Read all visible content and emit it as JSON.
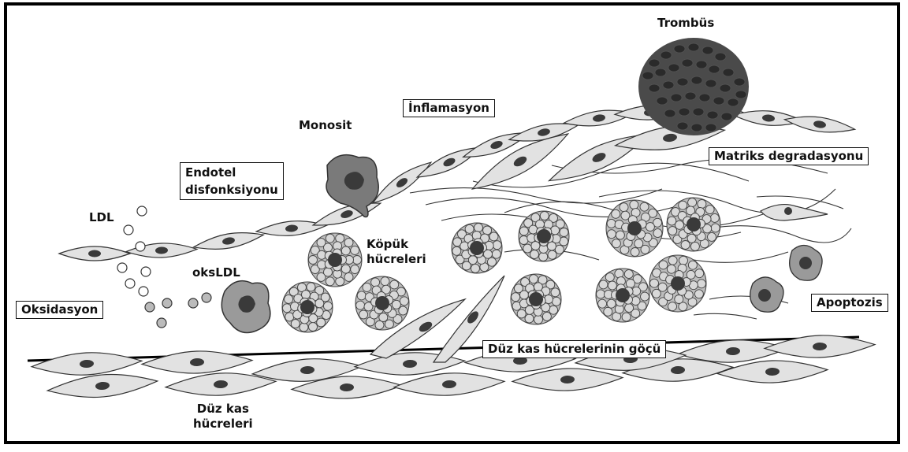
{
  "labels": {
    "trombus": "Trombüs",
    "monosit": "Monosit",
    "inflamasyon": "İnflamasyon",
    "endotel_line1": "Endotel",
    "endotel_line2": "disfonksiyonu",
    "matriks": "Matriks degradasyonu",
    "ldl": "LDL",
    "koputuk_line1": "Köpük",
    "koputuk_line2": "hücreleri",
    "oksldl": "oksLDL",
    "oksidasyon": "Oksidasyon",
    "apoptozis": "Apoptozis",
    "duzkas_gocu": "Düz kas hücrelerinin göçü",
    "duzkas_line1": "Düz kas",
    "duzkas_line2": "hücreleri"
  },
  "colors": {
    "cell_fill": "#e2e2e2",
    "nucleus": "#3a3a3a",
    "thrombus": "#2a2a2a",
    "foam_bubble": "#cfcfcf",
    "monocyte": "#7a7a7a"
  }
}
